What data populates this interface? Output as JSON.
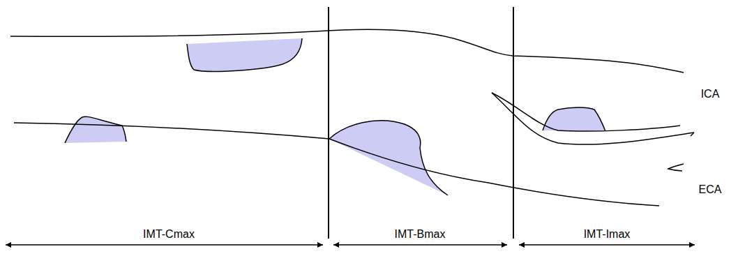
{
  "diagram": {
    "labels": [
      "ICA",
      "ECA",
      "IMT-Cmax",
      "IMT-Bmax",
      "IMT-Imax"
    ]
  }
}
